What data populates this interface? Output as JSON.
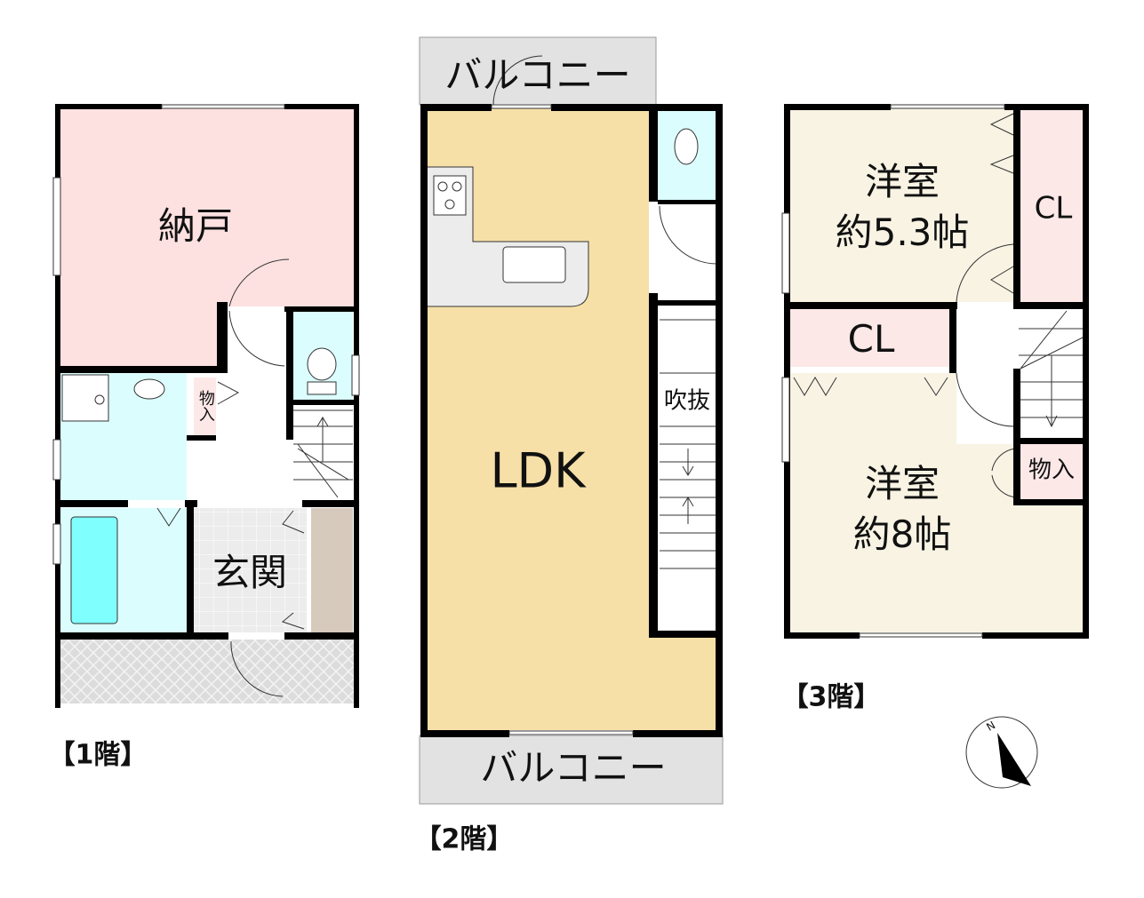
{
  "colors": {
    "storage_room": "#fde0e0",
    "wet_area": "#dcfdfd",
    "bathtub": "#80ffff",
    "ldk": "#f6e0a8",
    "western_room": "#f8f3e3",
    "closet": "#fde8e8",
    "balcony": "#e2e2e2",
    "shoe_cabinet": "#d6cabd",
    "wall": "#000000"
  },
  "floor1": {
    "label": "【1階】",
    "storage_room": "納戸",
    "closet": "物入",
    "entrance": "玄関"
  },
  "floor2": {
    "label": "【2階】",
    "balcony_top": "バルコニー",
    "balcony_bottom": "バルコニー",
    "ldk": "LDK",
    "atrium": "吹抜"
  },
  "floor3": {
    "label": "【3階】",
    "room1_name": "洋室",
    "room1_size": "約5.3帖",
    "closet1": "CL",
    "closet2": "CL",
    "room2_name": "洋室",
    "room2_size": "約8帖",
    "closet3": "物入"
  },
  "compass": {
    "label": "N"
  }
}
